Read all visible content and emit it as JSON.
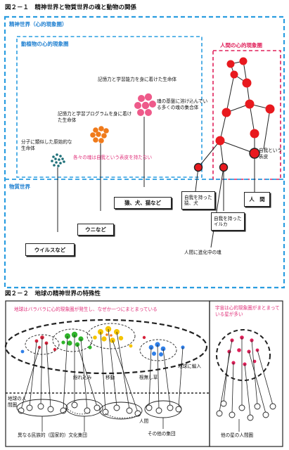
{
  "fig1": {
    "title": "図２－１　精神世界と物質世界の魂と動物の関係",
    "spirit_world": "精神世界（心的現象圏）",
    "plant_animal": "動植物の心的現象圏",
    "human_circle": "人間の心的現象圏",
    "material_world": "物質世界",
    "label_molecule": "分子に類似した原始的な生命体",
    "label_memory_program": "記憶力と学習プログラムを身に着けた生命体",
    "label_memory_learning": "記憶力と学習能力を身に着けた生命体",
    "label_soul_dissolve": "魂の基盤に溶け込んでいる多くの魂の集合体",
    "label_no_self": "各々の魂は自我という表皮を持たない",
    "label_self_skin": "自我という表皮",
    "box_virus": "ウイルスなど",
    "box_sea_urchin": "ウニなど",
    "box_monkey": "猿、犬、猫など",
    "box_human": "人　間",
    "box_self_dog": "自我を持った猿、犬",
    "box_self_dolphin": "自我を持ったイルカ",
    "label_evolving": "人間に進化中の魂"
  },
  "fig2": {
    "title": "図２－２　地球の精神世界の特殊性",
    "left_caption": "地球はバラバラに心的現象圏が発生し、なぜか一つにまとまっている",
    "right_caption": "宇宙は心的現象圏がまとまっている星が多い",
    "label_mixed": "紛れ込み",
    "label_move": "移動",
    "label_rootless": "根無し草",
    "label_earth_add": "地球に編入",
    "label_earth_human": "地球の人間圏",
    "label_nations": "異なる民族的（国家的）文化集団",
    "label_human": "人間",
    "label_other_groups": "その他の集団",
    "label_other_star": "他の星の人間圏"
  },
  "colors": {
    "blue_dash": "#2a9de0",
    "red_dash": "#e0205a",
    "red_node": "#e8191e",
    "pink_dot": "#ee5a8a",
    "orange_dot": "#f07a1a",
    "teal_dot": "#1d6f78",
    "green_dot": "#2fb52a",
    "yellow_dot": "#f4c400",
    "blue_dot": "#2f7fe8"
  }
}
